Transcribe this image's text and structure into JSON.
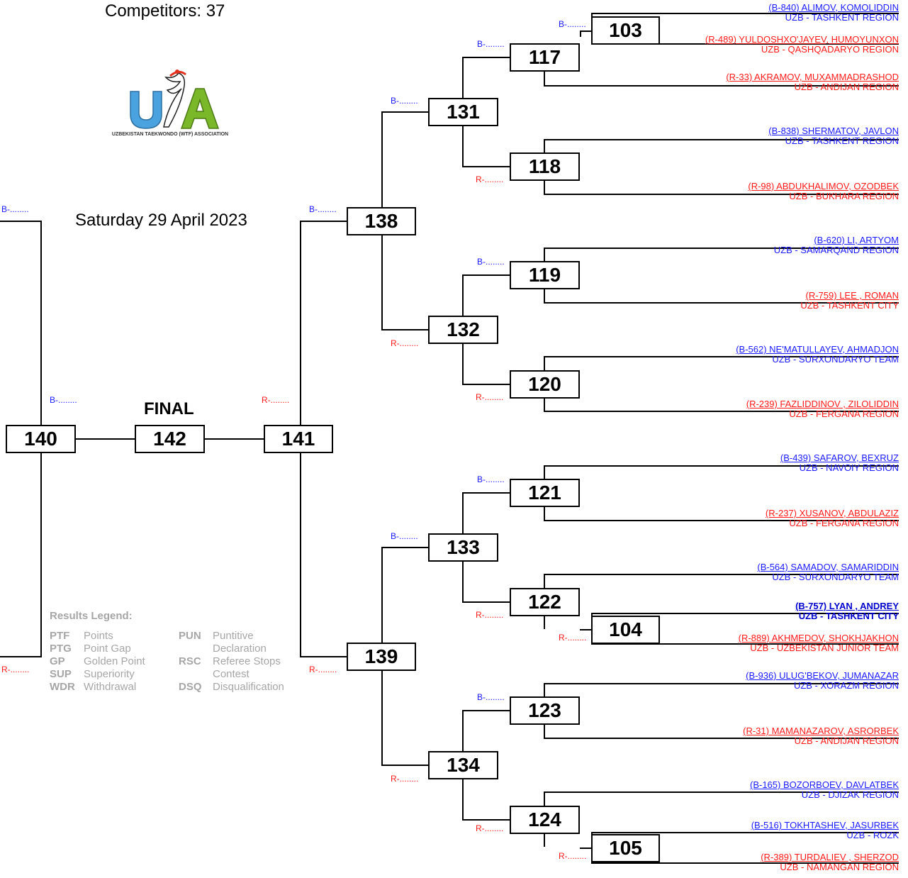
{
  "header": {
    "competitors": "Competitors: 37",
    "date": "Saturday 29 April 2023",
    "final_label": "FINAL"
  },
  "logo": {
    "caption": "UZBEKISTAN TAEKWONDO (WTF) ASSOCIATION",
    "colors": {
      "u": "#4aa3df",
      "a": "#7ab829",
      "accent": "#e0301e"
    }
  },
  "matches": {
    "m103": "103",
    "m104": "104",
    "m105": "105",
    "m117": "117",
    "m118": "118",
    "m119": "119",
    "m120": "120",
    "m121": "121",
    "m122": "122",
    "m123": "123",
    "m124": "124",
    "m131": "131",
    "m132": "132",
    "m133": "133",
    "m134": "134",
    "m138": "138",
    "m139": "139",
    "m140": "140",
    "m141": "141",
    "m142": "142"
  },
  "slot_labels": {
    "blue": "B-........",
    "red": "R-........"
  },
  "competitors": [
    {
      "name": "(B-840) ALIMOV, KOMOLIDDIN",
      "team": "UZB - TASHKENT REGION"
    },
    {
      "name": "(R-489) YULDOSHXO'JAYEV, HUMOYUNXON",
      "team": "UZB - QASHQADARYO REGION"
    },
    {
      "name": "(R-33) AKRAMOV, MUXAMMADRASHOD",
      "team": "UZB - ANDIJAN REGION"
    },
    {
      "name": "(B-838) SHERMATOV, JAVLON",
      "team": "UZB - TASHKENT REGION"
    },
    {
      "name": "(R-98) ABDUKHALIMOV, OZODBEK",
      "team": "UZB - BUKHARA REGION"
    },
    {
      "name": "(B-620) LI, ARTYOM",
      "team": "UZB - SAMARQAND REGION"
    },
    {
      "name": "(R-759) LEE , ROMAN",
      "team": "UZB - TASHKENT CITY"
    },
    {
      "name": "(B-562) NE'MATULLAYEV, AHMADJON",
      "team": "UZB - SURXONDARYO TEAM"
    },
    {
      "name": "(R-239) FAZLIDDINOV , ZILOLIDDIN",
      "team": "UZB - FERGANA REGION"
    },
    {
      "name": "(B-439) SAFAROV,  BEXRUZ",
      "team": "UZB - NAVOIY REGION"
    },
    {
      "name": "(R-237) XUSANOV, ABDULAZIZ",
      "team": "UZB - FERGANA REGION"
    },
    {
      "name": "(B-564) SAMADOV, SAMARIDDIN",
      "team": "UZB - SURXONDARYO TEAM"
    },
    {
      "name": "(B-757) LYAN , ANDREY",
      "team": "UZB - TASHKENT CITY"
    },
    {
      "name": "(R-889) AKHMEDOV, SHOKHJAKHON",
      "team": "UZB - UZBEKISTAN JUNIOR TEAM"
    },
    {
      "name": "(B-936) ULUG'BEKOV, JUMANAZAR",
      "team": "UZB - XORAZM REGION"
    },
    {
      "name": "(R-31) MAMANAZAROV, ASRORBEK",
      "team": "UZB - ANDIJAN REGION"
    },
    {
      "name": "(B-165) BOZORBOEV, DAVLATBEK",
      "team": "UZB - DJIZAK REGION"
    },
    {
      "name": "(B-516) TOKHTASHEV, JASURBEK",
      "team": "UZB - ROZK"
    },
    {
      "name": "(R-389) TURDALIEV , SHERZOD",
      "team": "UZB - NAMANGAN REGION"
    }
  ],
  "legend": {
    "title": "Results Legend:",
    "left": [
      {
        "abbr": "PTF",
        "desc": "Points"
      },
      {
        "abbr": "PTG",
        "desc": "Point Gap"
      },
      {
        "abbr": "GP",
        "desc": "Golden Point"
      },
      {
        "abbr": "SUP",
        "desc": "Superiority"
      },
      {
        "abbr": "WDR",
        "desc": "Withdrawal"
      }
    ],
    "right": [
      {
        "abbr": "PUN",
        "desc": "Puntitive",
        "desc2": "Declaration"
      },
      {
        "abbr": "RSC",
        "desc": "Referee Stops",
        "desc2": "Contest"
      },
      {
        "abbr": "DSQ",
        "desc": "Disqualification"
      }
    ]
  }
}
